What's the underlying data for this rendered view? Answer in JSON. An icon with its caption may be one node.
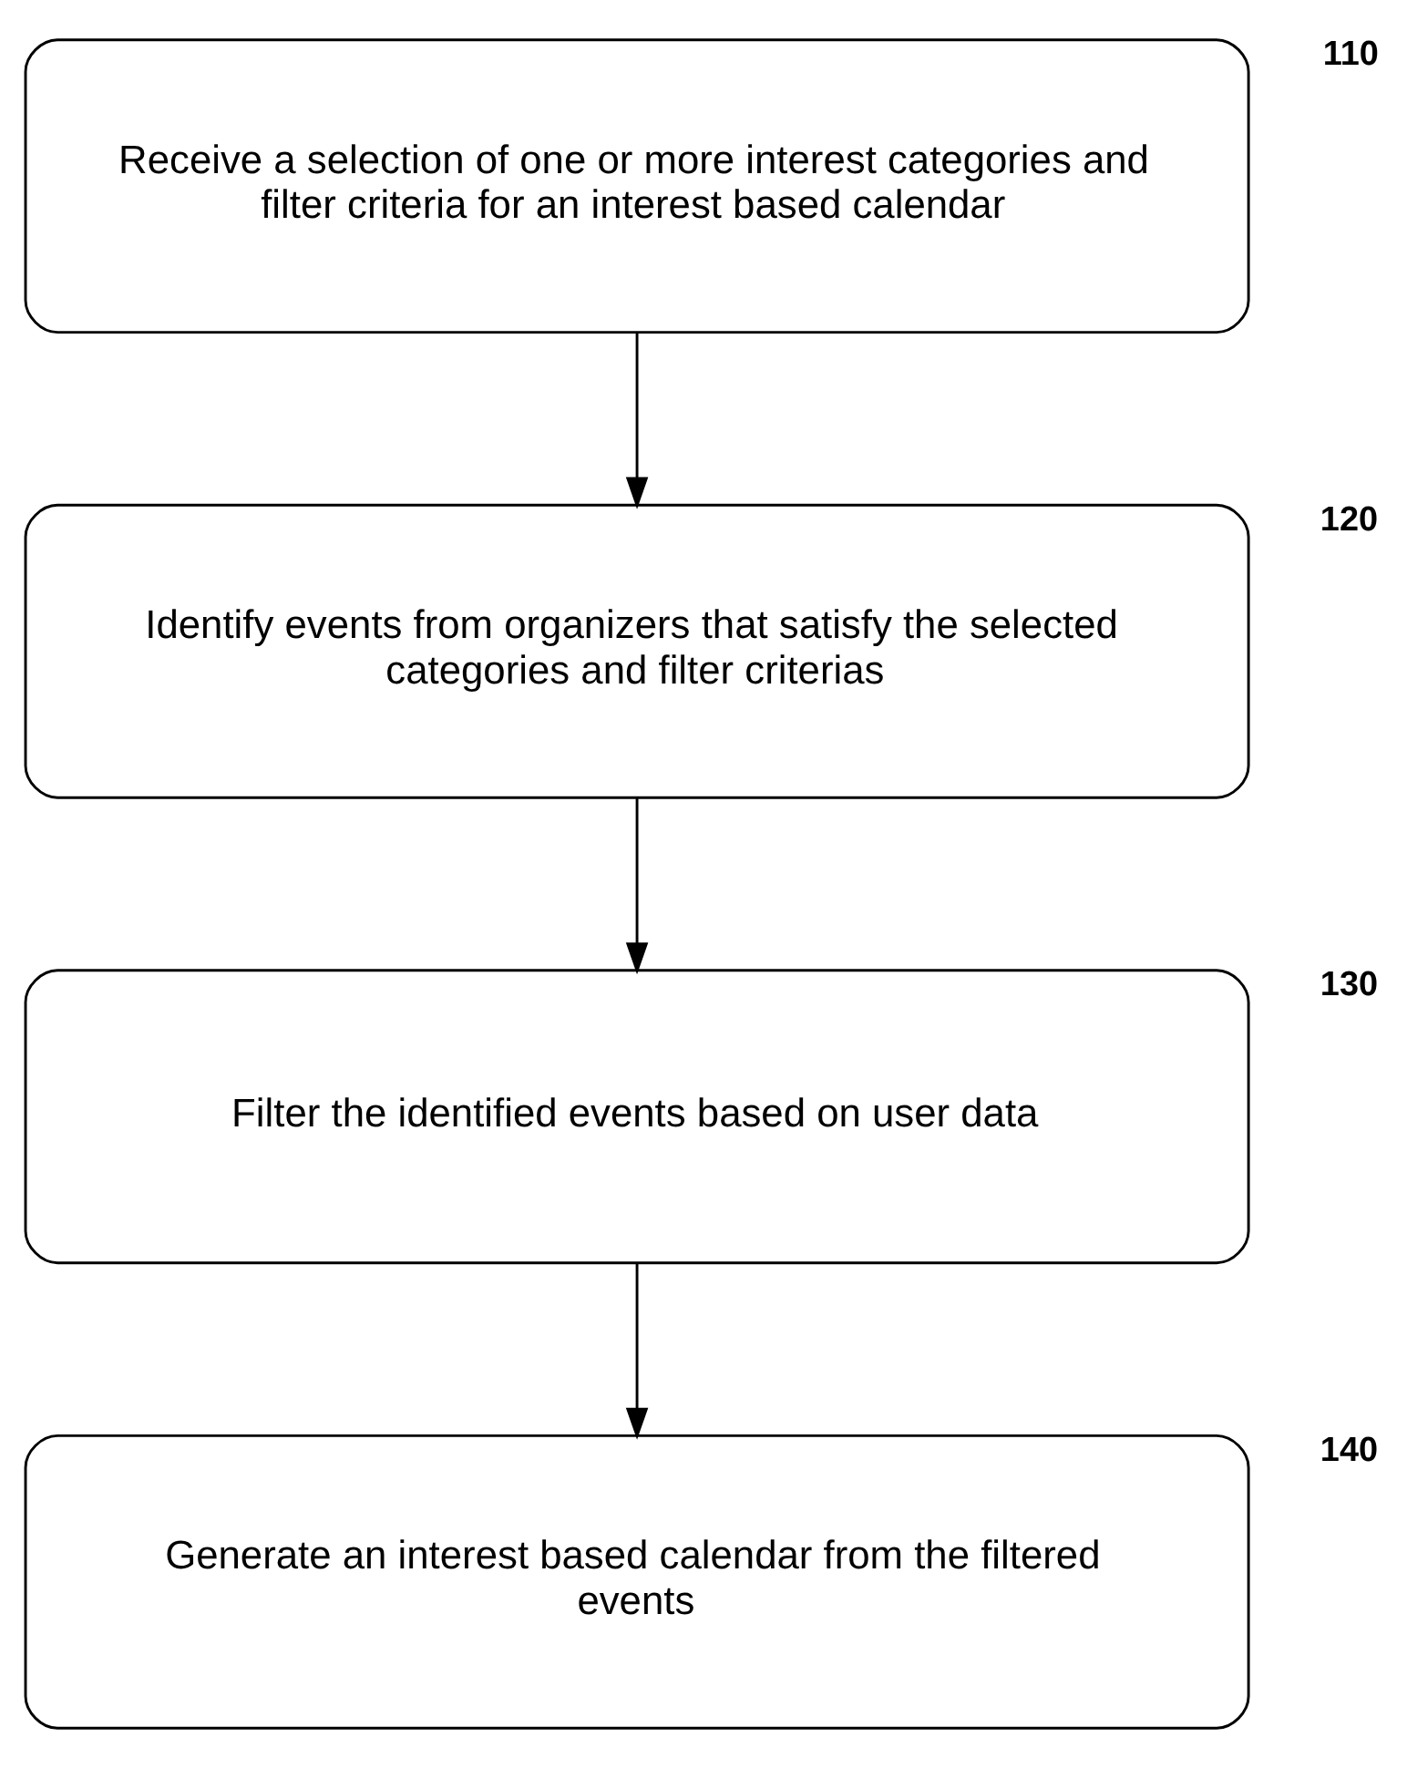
{
  "diagram": {
    "nodes": [
      {
        "text": [
          "Receive a selection of one or more interest categories and filter criteria for an interest based calendar"
        ],
        "beside": [
          "110"
        ]
      },
      {
        "text": [
          "Identify events from organizers that satisfy the selected categories and filter criterias"
        ],
        "beside": [
          "120"
        ]
      },
      {
        "text": [
          "Filter the identified events based on user data"
        ],
        "beside": [
          "130"
        ]
      },
      {
        "text": [
          "Generate an interest based calendar from the filtered events"
        ],
        "beside": [
          "140"
        ]
      }
    ],
    "edges": [
      {
        "from": 0,
        "to": 1,
        "arrow": "to"
      },
      {
        "from": 1,
        "to": 2,
        "arrow": "to"
      },
      {
        "from": 2,
        "to": 3,
        "arrow": "to"
      }
    ]
  }
}
